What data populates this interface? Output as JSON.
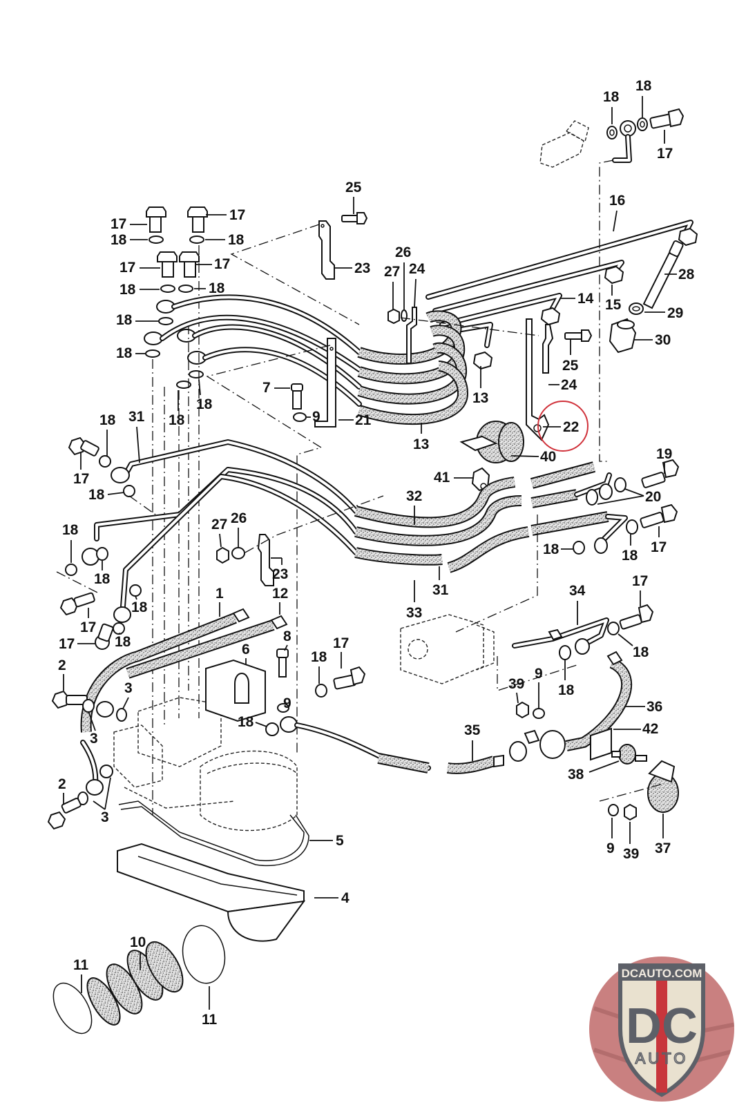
{
  "diagram": {
    "type": "exploded-parts-diagram",
    "subject": "Fuel injection lines and fuel distributor assembly",
    "highlighted_part": "22",
    "highlight_color": "#d0313a",
    "line_color": "#111111",
    "background": "#ffffff"
  },
  "callouts": [
    {
      "id": "c18a",
      "label": "18"
    },
    {
      "id": "c18b",
      "label": "18"
    },
    {
      "id": "c17a",
      "label": "17"
    },
    {
      "id": "c16",
      "label": "16"
    },
    {
      "id": "c25a",
      "label": "25"
    },
    {
      "id": "c17b",
      "label": "17"
    },
    {
      "id": "c18c",
      "label": "18"
    },
    {
      "id": "c17c",
      "label": "17"
    },
    {
      "id": "c18d",
      "label": "18"
    },
    {
      "id": "c17d",
      "label": "17"
    },
    {
      "id": "c18e",
      "label": "18"
    },
    {
      "id": "c17e",
      "label": "17"
    },
    {
      "id": "c18f",
      "label": "18"
    },
    {
      "id": "c23a",
      "label": "23"
    },
    {
      "id": "c26a",
      "label": "26"
    },
    {
      "id": "c27a",
      "label": "27"
    },
    {
      "id": "c24a",
      "label": "24"
    },
    {
      "id": "c28",
      "label": "28"
    },
    {
      "id": "c14",
      "label": "14"
    },
    {
      "id": "c15",
      "label": "15"
    },
    {
      "id": "c29",
      "label": "29"
    },
    {
      "id": "c30",
      "label": "30"
    },
    {
      "id": "c18g",
      "label": "18"
    },
    {
      "id": "c18h",
      "label": "18"
    },
    {
      "id": "c25b",
      "label": "25"
    },
    {
      "id": "c24b",
      "label": "24"
    },
    {
      "id": "c13a",
      "label": "13"
    },
    {
      "id": "c7",
      "label": "7"
    },
    {
      "id": "c9a",
      "label": "9"
    },
    {
      "id": "c18i",
      "label": "18"
    },
    {
      "id": "c18j",
      "label": "18"
    },
    {
      "id": "c21",
      "label": "21"
    },
    {
      "id": "c22",
      "label": "22"
    },
    {
      "id": "c13b",
      "label": "13"
    },
    {
      "id": "c18k",
      "label": "18"
    },
    {
      "id": "c31a",
      "label": "31"
    },
    {
      "id": "c17f",
      "label": "17"
    },
    {
      "id": "c18l",
      "label": "18"
    },
    {
      "id": "c40",
      "label": "40"
    },
    {
      "id": "c41",
      "label": "41"
    },
    {
      "id": "c19",
      "label": "19"
    },
    {
      "id": "c32",
      "label": "32"
    },
    {
      "id": "c20",
      "label": "20"
    },
    {
      "id": "c18m",
      "label": "18"
    },
    {
      "id": "c18n",
      "label": "18"
    },
    {
      "id": "c27b",
      "label": "27"
    },
    {
      "id": "c26b",
      "label": "26"
    },
    {
      "id": "c18o",
      "label": "18"
    },
    {
      "id": "c18p",
      "label": "18"
    },
    {
      "id": "c17g",
      "label": "17"
    },
    {
      "id": "c23b",
      "label": "23"
    },
    {
      "id": "c18q",
      "label": "18"
    },
    {
      "id": "c31b",
      "label": "31"
    },
    {
      "id": "c1",
      "label": "1"
    },
    {
      "id": "c12",
      "label": "12"
    },
    {
      "id": "c33",
      "label": "33"
    },
    {
      "id": "c34",
      "label": "34"
    },
    {
      "id": "c17h",
      "label": "17"
    },
    {
      "id": "c17i",
      "label": "17"
    },
    {
      "id": "c18r",
      "label": "18"
    },
    {
      "id": "c18s",
      "label": "18"
    },
    {
      "id": "c6",
      "label": "6"
    },
    {
      "id": "c8",
      "label": "8"
    },
    {
      "id": "c17j",
      "label": "17"
    },
    {
      "id": "c18t",
      "label": "18"
    },
    {
      "id": "c2a",
      "label": "2"
    },
    {
      "id": "c3a",
      "label": "3"
    },
    {
      "id": "c18u",
      "label": "18"
    },
    {
      "id": "c9b",
      "label": "9"
    },
    {
      "id": "c39a",
      "label": "39"
    },
    {
      "id": "c9c",
      "label": "9"
    },
    {
      "id": "c36",
      "label": "36"
    },
    {
      "id": "c3b",
      "label": "3"
    },
    {
      "id": "c18v",
      "label": "18"
    },
    {
      "id": "c42",
      "label": "42"
    },
    {
      "id": "c35",
      "label": "35"
    },
    {
      "id": "c38",
      "label": "38"
    },
    {
      "id": "c2b",
      "label": "2"
    },
    {
      "id": "c3c",
      "label": "3"
    },
    {
      "id": "c5",
      "label": "5"
    },
    {
      "id": "c9d",
      "label": "9"
    },
    {
      "id": "c39b",
      "label": "39"
    },
    {
      "id": "c37",
      "label": "37"
    },
    {
      "id": "c4",
      "label": "4"
    },
    {
      "id": "c10",
      "label": "10"
    },
    {
      "id": "c11a",
      "label": "11"
    },
    {
      "id": "c11b",
      "label": "11"
    }
  ],
  "logo": {
    "top_text": "DCAUTO.COM",
    "main_text": "DC",
    "sub_text": "AUTO",
    "bg_color": "#c98080",
    "shield_color": "#e9e1cf",
    "letter_color": "#5d6068",
    "stripe_color": "#c8363c"
  }
}
